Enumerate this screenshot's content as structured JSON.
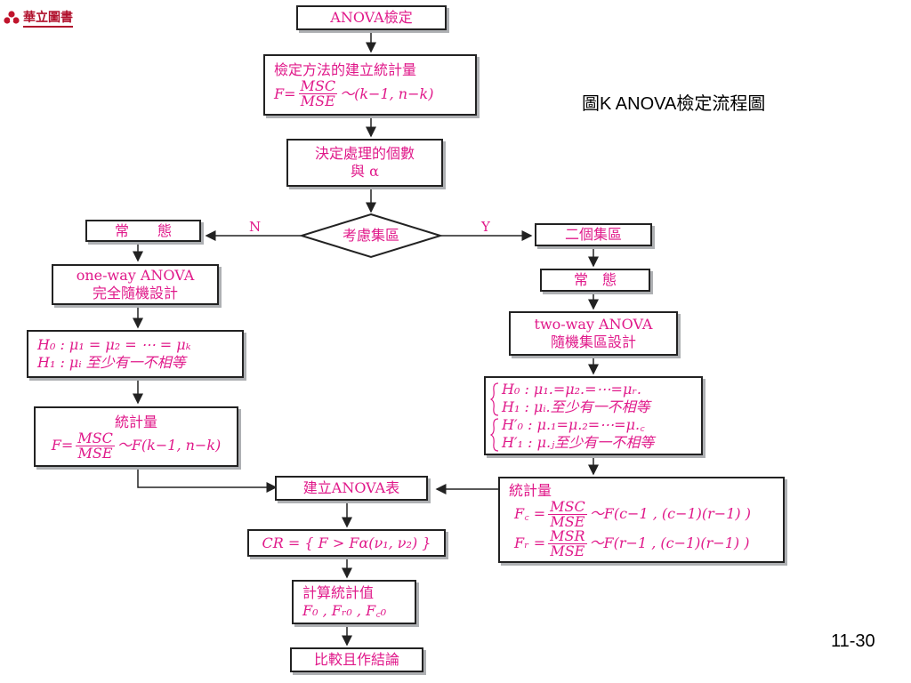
{
  "logo": {
    "text": "華立圖書"
  },
  "figure_title": "圖K  ANOVA檢定流程圖",
  "page_number": "11-30",
  "nodes": {
    "start": "ANOVA檢定",
    "method": {
      "line1": "檢定方法的建立統計量",
      "f_lhs": "F=",
      "num": "MSC",
      "den": "MSE",
      "dist": "～(k−1, n−k)"
    },
    "decide": {
      "line1": "決定處理的個數",
      "line2": "與 α"
    },
    "cluster_q": "考慮集區",
    "normal_n": "常　　態",
    "one_way": {
      "line1": "one-way ANOVA",
      "line2": "完全隨機設計"
    },
    "h_left": {
      "h0": "H₀ : μ₁ = μ₂ = ⋯ = μₖ",
      "h1": "H₁ : μᵢ 至少有一不相等"
    },
    "stat_left": {
      "title": "統計量",
      "f_lhs": "F=",
      "num": "MSC",
      "den": "MSE",
      "dist": "～F(k−1, n−k)"
    },
    "two_cluster": "二個集區",
    "normal_y": "常　態",
    "two_way": {
      "line1": "two-way ANOVA",
      "line2": "隨機集區設計"
    },
    "h_right": {
      "h0": "H₀ : μ₁.=μ₂.=⋯=μᵣ.",
      "h1": "H₁ : μᵢ.至少有一不相等",
      "h0p": "H′₀ : μ.₁=μ.₂=⋯=μ.꜀",
      "h1p": "H′₁ : μ.ⱼ至少有一不相等"
    },
    "stat_right": {
      "title": "統計量",
      "fc_lhs": "F꜀ =",
      "fc_num": "MSC",
      "fc_den": "MSE",
      "fc_dist": "～F(c−1 , (c−1)(r−1) )",
      "fr_lhs": "Fᵣ =",
      "fr_num": "MSR",
      "fr_den": "MSE",
      "fr_dist": "～F(r−1 , (c−1)(r−1) )"
    },
    "anova_table": "建立ANOVA表",
    "cr": "CR = { F > Fα(ν₁, ν₂) }",
    "compute": {
      "line1": "計算統計值",
      "line2": "F₀ , Fᵣ₀ , F꜀₀"
    },
    "conclude": "比較且作結論"
  },
  "edges": {
    "no_label": "N",
    "yes_label": "Y"
  }
}
